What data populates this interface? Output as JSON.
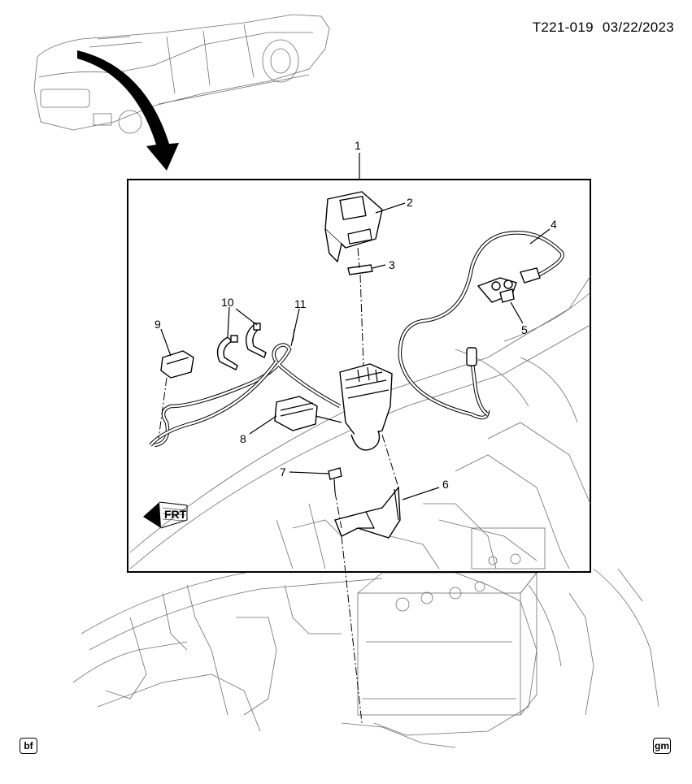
{
  "header": {
    "code": "T221-019",
    "date": "03/22/2023"
  },
  "badges": {
    "left": "bf",
    "right": "gm"
  },
  "direction_marker": {
    "label": "FRT",
    "icon": "front-arrow-icon"
  },
  "callouts": [
    "1",
    "2",
    "3",
    "4",
    "5",
    "6",
    "7",
    "8",
    "9",
    "10",
    "11"
  ]
}
